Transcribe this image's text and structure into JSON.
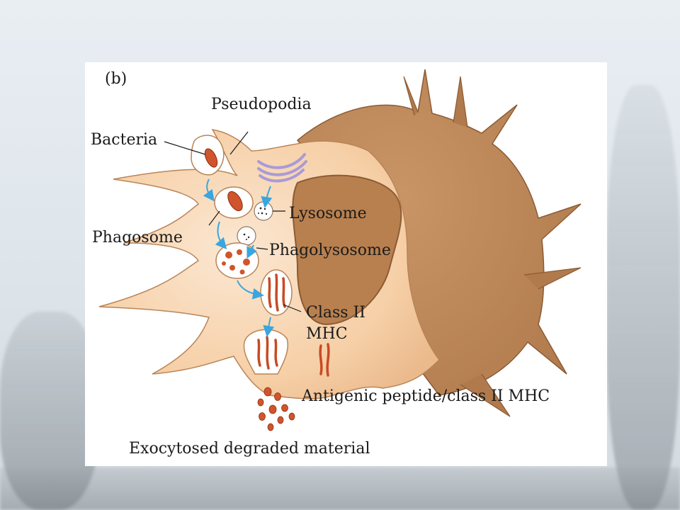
{
  "panel_letter": "(b)",
  "labels": {
    "pseudopodia": "Pseudopodia",
    "bacteria": "Bacteria",
    "lysosome": "Lysosome",
    "phagosome": "Phagosome",
    "phagolysosome": "Phagolysosome",
    "class_ii_line1": "Class II",
    "class_ii_line2": "MHC",
    "antigenic": "Antigenic peptide/class II MHC",
    "exocytosed": "Exocytosed degraded material"
  },
  "colors": {
    "cell_body": "#f5cba2",
    "cell_shadow": "#c58a5a",
    "nucleus": "#b8804f",
    "golgi": "#a99bd6",
    "bacteria": "#d0552c",
    "arrow": "#3aa6e0"
  }
}
